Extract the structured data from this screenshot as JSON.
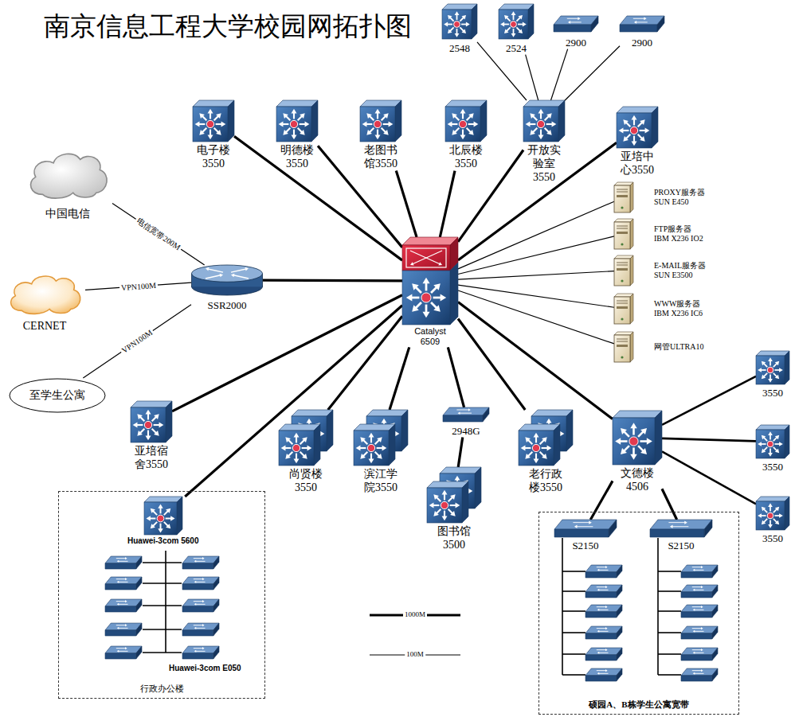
{
  "diagram": {
    "title": "南京信息工程大学校园网拓扑图",
    "nodes": [
      {
        "text": [
          "中国电信"
        ]
      },
      {
        "text": [
          "CERNET"
        ]
      },
      {
        "text": [
          "至学生公寓"
        ]
      },
      {
        "text": [
          "SSR2000"
        ]
      },
      {
        "text": [
          "Catalyst 6509"
        ]
      },
      {
        "text": [
          "2548"
        ]
      },
      {
        "text": [
          "2524"
        ]
      },
      {
        "text": [
          "2900"
        ]
      },
      {
        "text": [
          "2900"
        ]
      },
      {
        "text": [
          "电子楼 3550"
        ]
      },
      {
        "text": [
          "明德楼 3550"
        ]
      },
      {
        "text": [
          "老图书馆3550"
        ]
      },
      {
        "text": [
          "北辰楼 3550"
        ]
      },
      {
        "text": [
          "开放实验室 3550"
        ]
      },
      {
        "text": [
          "亚培中心3550"
        ]
      },
      {
        "text": [
          "PROXY服务器 SUN E450"
        ]
      },
      {
        "text": [
          "FTP服务器 IBM X236 IO2"
        ]
      },
      {
        "text": [
          "E-MAIL服务器 SUN E3500"
        ]
      },
      {
        "text": [
          "WWW服务器 IBM X236 IC6"
        ]
      },
      {
        "text": [
          "网管ULTRA10"
        ]
      },
      {
        "text": [
          "亚培宿舍3550"
        ]
      },
      {
        "text": [
          "尚贤楼 3550"
        ]
      },
      {
        "text": [
          "滨江学院3550"
        ]
      },
      {
        "text": [
          "2948G"
        ]
      },
      {
        "text": [
          "图书馆 3500"
        ]
      },
      {
        "text": [
          "老行政楼3550"
        ]
      },
      {
        "text": [
          "文德楼 4506"
        ]
      },
      {
        "text": [
          "3550"
        ]
      },
      {
        "text": [
          "3550"
        ]
      },
      {
        "text": [
          "3550"
        ]
      },
      {
        "text": [
          "行政办公楼"
        ]
      },
      {
        "text": [
          "Huawei-3com 5600"
        ],
        "in": 30
      },
      {
        "text": [
          "硕园A、B栋学生公寓宽带"
        ]
      },
      {
        "text": [
          "S2150"
        ],
        "in": 32
      },
      {
        "text": [
          "S2150"
        ],
        "in": 32
      }
    ],
    "edges": [
      {
        "from": 0,
        "to": 3,
        "arrow": "none",
        "label": "电信宽带200M"
      },
      {
        "from": 1,
        "to": 3,
        "arrow": "none",
        "label": "VPN100M"
      },
      {
        "from": 2,
        "to": 3,
        "arrow": "none",
        "label": "VPN100M"
      },
      {
        "from": 3,
        "to": 4,
        "arrow": "none"
      },
      {
        "from": 4,
        "to": 9,
        "arrow": "none"
      },
      {
        "from": 4,
        "to": 10,
        "arrow": "none"
      },
      {
        "from": 4,
        "to": 11,
        "arrow": "none"
      },
      {
        "from": 4,
        "to": 12,
        "arrow": "none"
      },
      {
        "from": 4,
        "to": 13,
        "arrow": "none"
      },
      {
        "from": 4,
        "to": 14,
        "arrow": "none"
      },
      {
        "from": 13,
        "to": 5,
        "arrow": "none"
      },
      {
        "from": 13,
        "to": 6,
        "arrow": "none"
      },
      {
        "from": 13,
        "to": 7,
        "arrow": "none"
      },
      {
        "from": 13,
        "to": 8,
        "arrow": "none"
      },
      {
        "from": 4,
        "to": 15,
        "arrow": "none"
      },
      {
        "from": 4,
        "to": 16,
        "arrow": "none"
      },
      {
        "from": 4,
        "to": 17,
        "arrow": "none"
      },
      {
        "from": 4,
        "to": 18,
        "arrow": "none"
      },
      {
        "from": 4,
        "to": 19,
        "arrow": "none"
      },
      {
        "from": 4,
        "to": 20,
        "arrow": "none"
      },
      {
        "from": 4,
        "to": 31,
        "arrow": "none"
      },
      {
        "from": 4,
        "to": 21,
        "arrow": "none"
      },
      {
        "from": 4,
        "to": 22,
        "arrow": "none"
      },
      {
        "from": 4,
        "to": 23,
        "arrow": "none"
      },
      {
        "from": 23,
        "to": 24,
        "arrow": "none"
      },
      {
        "from": 4,
        "to": 25,
        "arrow": "none"
      },
      {
        "from": 4,
        "to": 26,
        "arrow": "none"
      },
      {
        "from": 26,
        "to": 27,
        "arrow": "none"
      },
      {
        "from": 26,
        "to": 28,
        "arrow": "none"
      },
      {
        "from": 26,
        "to": 29,
        "arrow": "none"
      },
      {
        "from": 26,
        "to": 33,
        "arrow": "none"
      },
      {
        "from": 26,
        "to": 34,
        "arrow": "none"
      }
    ],
    "labels": [
      "Huawei-3com E050"
    ],
    "legend": [
      {
        "text": "1000M"
      },
      {
        "text": "100M"
      }
    ]
  }
}
